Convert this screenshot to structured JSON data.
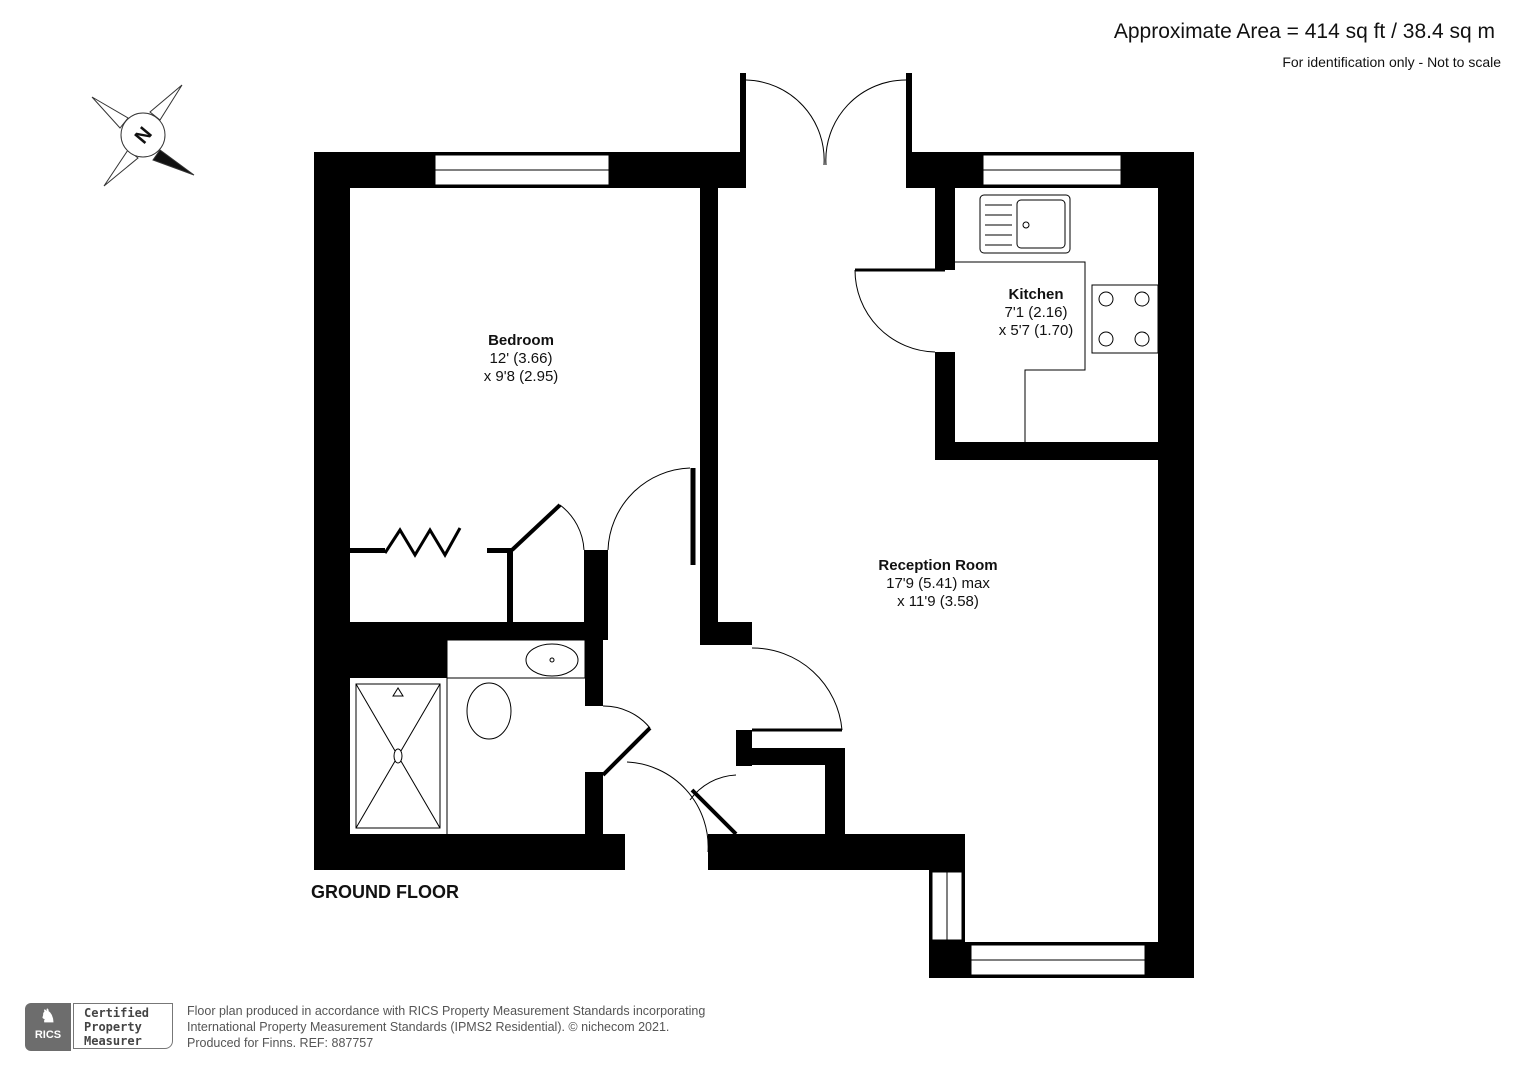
{
  "header": {
    "area": "Approximate Area = 414 sq ft / 38.4 sq m",
    "note": "For identification only - Not to scale"
  },
  "compass": {
    "label": "N"
  },
  "rooms": [
    {
      "name": "Bedroom",
      "dim1": "12' (3.66)",
      "dim2": "x 9'8 (2.95)"
    },
    {
      "name": "Kitchen",
      "dim1": "7'1 (2.16)",
      "dim2": "x 5'7 (1.70)"
    },
    {
      "name": "Reception Room",
      "dim1": "17'9 (5.41) max",
      "dim2": "x 11'9 (3.58)"
    }
  ],
  "floor_label": "GROUND FLOOR",
  "badge": {
    "logo_text": "RICS",
    "line1": "Certified",
    "line2": "Property",
    "line3": "Measurer"
  },
  "footer": {
    "line1": "Floor plan produced in accordance with RICS Property Measurement Standards incorporating",
    "line2": "International Property Measurement Standards (IPMS2 Residential).  © nichecom 2021.",
    "line3": "Produced for Finns.   REF:  887757"
  }
}
